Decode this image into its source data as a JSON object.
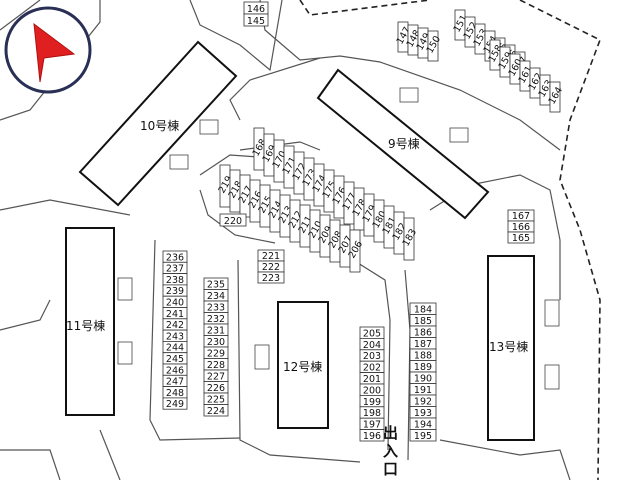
{
  "buildings": {
    "b9": "9号棟",
    "b10": "10号棟",
    "b11": "11号棟",
    "b12": "12号棟",
    "b13": "13号棟"
  },
  "entrance": "出入口",
  "compass_icon": "north-arrow-icon",
  "colors": {
    "compass_arrow": "#e02020",
    "compass_ring": "#2a2f55"
  },
  "parking": {
    "g145": [
      "146",
      "145"
    ],
    "g147": [
      "147",
      "148",
      "149",
      "150"
    ],
    "g151": [
      "151",
      "152",
      "153",
      "154",
      "155",
      "156",
      "157"
    ],
    "g158": [
      "158",
      "159",
      "160",
      "161",
      "162",
      "163",
      "164"
    ],
    "g168": [
      "168",
      "169",
      "170",
      "171",
      "172",
      "173",
      "174",
      "175",
      "176",
      "177",
      "178",
      "179",
      "180",
      "181",
      "182",
      "183"
    ],
    "g167": [
      "167",
      "166",
      "165"
    ],
    "g206": [
      "219",
      "218",
      "217",
      "216",
      "215",
      "214",
      "213",
      "212",
      "211",
      "210",
      "209",
      "208",
      "207",
      "206"
    ],
    "g220": [
      "220"
    ],
    "g221": [
      "221",
      "222",
      "223"
    ],
    "g236": [
      "236",
      "237",
      "238",
      "239",
      "240",
      "241",
      "242",
      "243",
      "244",
      "245",
      "246",
      "247",
      "248",
      "249"
    ],
    "g235": [
      "235",
      "234",
      "233",
      "232",
      "231",
      "230",
      "229",
      "228",
      "227",
      "226",
      "225",
      "224"
    ],
    "g205": [
      "205",
      "204",
      "203",
      "202",
      "201",
      "200",
      "199",
      "198",
      "197",
      "196"
    ],
    "g184": [
      "184",
      "185",
      "186",
      "187",
      "188",
      "189",
      "190",
      "191",
      "192",
      "193",
      "194",
      "195"
    ]
  }
}
